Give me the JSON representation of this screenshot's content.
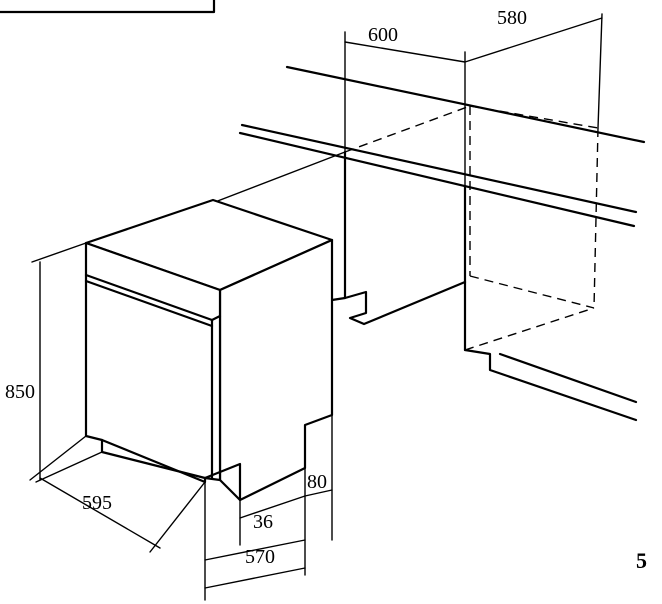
{
  "dimensions": {
    "niche_width": "600",
    "niche_depth": "580",
    "height": "850",
    "appliance_width": "595",
    "plinth_recess": "36",
    "appliance_depth": "570",
    "plinth_height": "80"
  },
  "page_number": "5"
}
